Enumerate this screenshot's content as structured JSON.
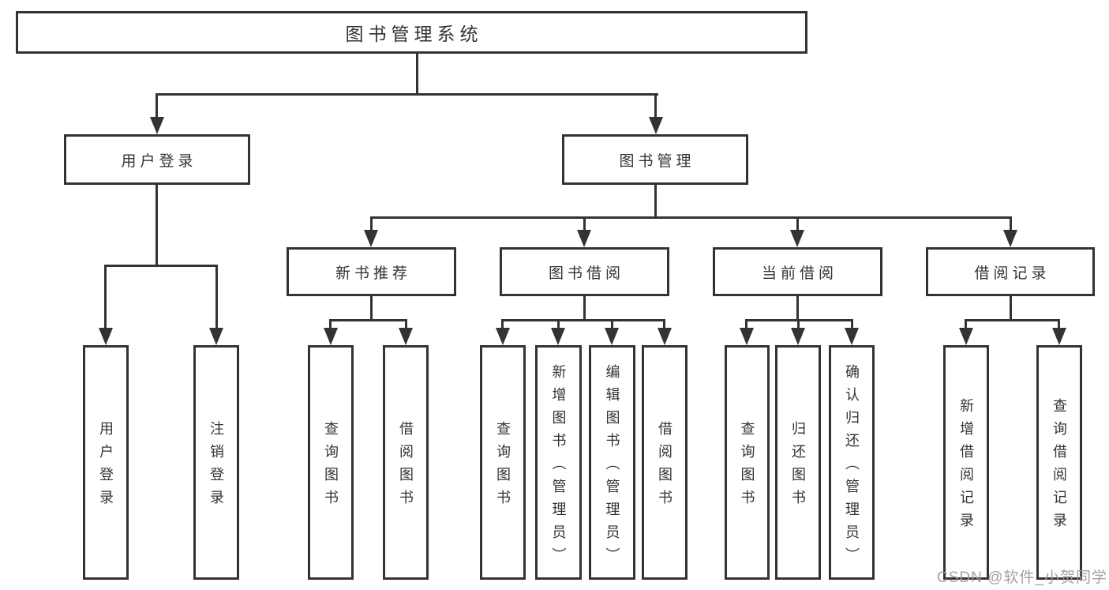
{
  "diagram": {
    "type": "hierarchy-tree",
    "root": {
      "label": "图书管理系统",
      "children": [
        {
          "label": "用户登录",
          "children": [
            {
              "label": "用户登录"
            },
            {
              "label": "注销登录"
            }
          ]
        },
        {
          "label": "图书管理",
          "children": [
            {
              "label": "新书推荐",
              "children": [
                {
                  "label": "查询图书"
                },
                {
                  "label": "借阅图书"
                }
              ]
            },
            {
              "label": "图书借阅",
              "children": [
                {
                  "label": "查询图书"
                },
                {
                  "label": "新增图书（管理员）"
                },
                {
                  "label": "编辑图书（管理员）"
                },
                {
                  "label": "借阅图书"
                }
              ]
            },
            {
              "label": "当前借阅",
              "children": [
                {
                  "label": "查询图书"
                },
                {
                  "label": "归还图书"
                },
                {
                  "label": "确认归还（管理员）"
                }
              ]
            },
            {
              "label": "借阅记录",
              "children": [
                {
                  "label": "新增借阅记录"
                },
                {
                  "label": "查询借阅记录"
                }
              ]
            }
          ]
        }
      ]
    },
    "colors": {
      "line": "#333333",
      "text": "#333333",
      "background": "#ffffff",
      "watermark": "#9c9c9c"
    }
  },
  "watermark": {
    "text": "CSDN @软件_小贺同学"
  }
}
